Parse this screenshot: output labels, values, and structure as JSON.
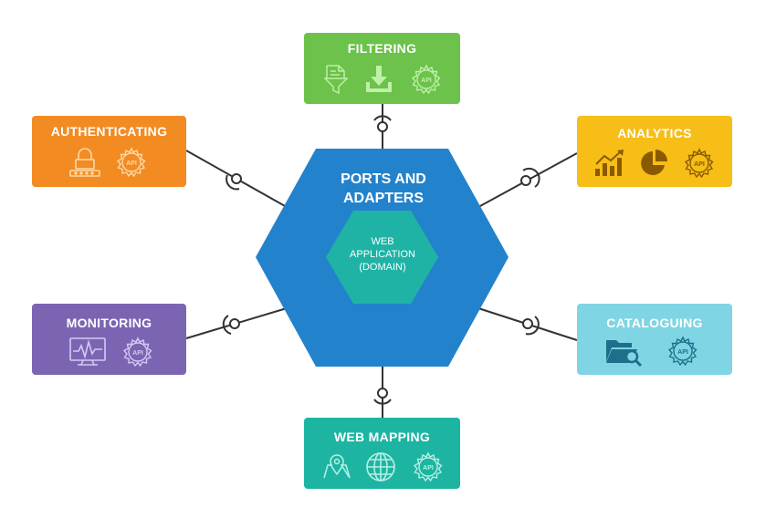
{
  "center": {
    "title": "PORTS AND\nADAPTERS",
    "inner_title": "WEB\nAPPLICATION\n(DOMAIN)"
  },
  "colors": {
    "hexagon": "#2382CC",
    "inner_hexagon": "#1FB3A5",
    "connector": "#333333",
    "filtering": "#6CC24A",
    "analytics": "#F6BE16",
    "cataloguing": "#7FD5E3",
    "web_mapping": "#1DB5A2",
    "monitoring": "#7B65B3",
    "authenticating": "#F28B22"
  },
  "adapters": {
    "filtering": {
      "title": "FILTERING",
      "icons": [
        "filter-document-icon",
        "download-icon",
        "api-gear-icon"
      ]
    },
    "analytics": {
      "title": "ANALYTICS",
      "icons": [
        "bar-chart-trend-icon",
        "pie-chart-icon",
        "api-gear-icon"
      ]
    },
    "cataloguing": {
      "title": "CATALOGUING",
      "icons": [
        "folder-search-icon",
        "api-gear-icon"
      ]
    },
    "web_mapping": {
      "title": "WEB MAPPING",
      "icons": [
        "map-pin-icon",
        "globe-icon",
        "api-gear-icon"
      ]
    },
    "monitoring": {
      "title": "MONITORING",
      "icons": [
        "monitor-pulse-icon",
        "api-gear-icon"
      ]
    },
    "authenticating": {
      "title": "AUTHENTICATING",
      "icons": [
        "lock-password-icon",
        "api-gear-icon"
      ]
    }
  },
  "api_label": "API"
}
